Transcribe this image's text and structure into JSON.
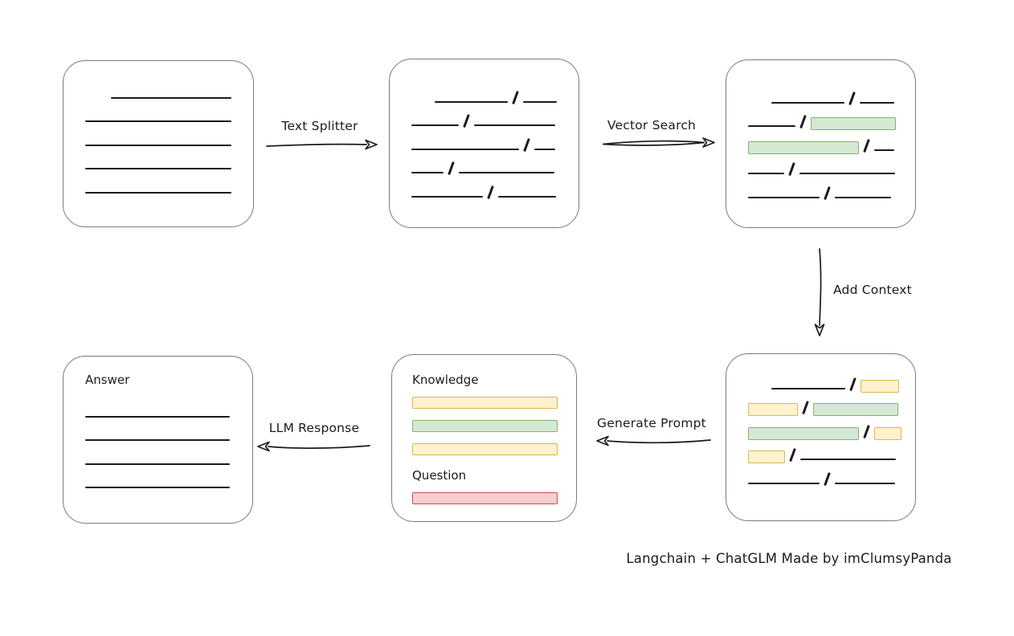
{
  "colors": {
    "line": "#1b1b1b",
    "box_border": "#7b7b7b",
    "green_fill": "#d5e8d4",
    "green_border": "#82b366",
    "yellow_fill": "#fff2cc",
    "yellow_border": "#d6b656",
    "red_fill": "#f8cecc",
    "red_border": "#b85450"
  },
  "arrows": {
    "text_splitter": {
      "label": "Text Splitter"
    },
    "vector_search": {
      "label": "Vector Search"
    },
    "add_context": {
      "label": "Add Context"
    },
    "generate_prompt": {
      "label": "Generate Prompt"
    },
    "llm_response": {
      "label": "LLM Response"
    }
  },
  "boxes": {
    "source_document": {
      "rows": [
        {
          "indent": 32,
          "segs": [
            {
              "t": "line",
              "w": 150
            }
          ]
        },
        {
          "segs": [
            {
              "t": "line",
              "w": 182
            }
          ]
        },
        {
          "segs": [
            {
              "t": "line",
              "w": 182
            }
          ]
        },
        {
          "segs": [
            {
              "t": "line",
              "w": 182
            }
          ]
        },
        {
          "segs": [
            {
              "t": "line",
              "w": 182
            }
          ]
        }
      ]
    },
    "split_chunks": {
      "rows": [
        {
          "indent": 29,
          "segs": [
            {
              "t": "line",
              "w": 91
            },
            {
              "t": "slash"
            },
            {
              "t": "line",
              "w": 42
            }
          ]
        },
        {
          "segs": [
            {
              "t": "line",
              "w": 59
            },
            {
              "t": "slash"
            },
            {
              "t": "line",
              "w": 101
            }
          ]
        },
        {
          "segs": [
            {
              "t": "line",
              "w": 134
            },
            {
              "t": "slash"
            },
            {
              "t": "line",
              "w": 26
            }
          ]
        },
        {
          "segs": [
            {
              "t": "line",
              "w": 40
            },
            {
              "t": "slash"
            },
            {
              "t": "line",
              "w": 119
            }
          ]
        },
        {
          "segs": [
            {
              "t": "line",
              "w": 89
            },
            {
              "t": "slash"
            },
            {
              "t": "line",
              "w": 72
            }
          ]
        }
      ]
    },
    "retrieved_chunks": {
      "rows": [
        {
          "indent": 29,
          "segs": [
            {
              "t": "line",
              "w": 91
            },
            {
              "t": "slash"
            },
            {
              "t": "line",
              "w": 43
            }
          ]
        },
        {
          "segs": [
            {
              "t": "line",
              "w": 59
            },
            {
              "t": "slash"
            },
            {
              "t": "rect",
              "c": "green",
              "w": 106
            }
          ]
        },
        {
          "segs": [
            {
              "t": "rect",
              "c": "green",
              "w": 138
            },
            {
              "t": "slash"
            },
            {
              "t": "line",
              "w": 25
            }
          ]
        },
        {
          "segs": [
            {
              "t": "line",
              "w": 45
            },
            {
              "t": "slash"
            },
            {
              "t": "line",
              "w": 119
            }
          ]
        },
        {
          "segs": [
            {
              "t": "line",
              "w": 89
            },
            {
              "t": "slash"
            },
            {
              "t": "line",
              "w": 70
            }
          ]
        }
      ]
    },
    "context_chunks": {
      "rows": [
        {
          "indent": 29,
          "segs": [
            {
              "t": "line",
              "w": 92
            },
            {
              "t": "slash"
            },
            {
              "t": "rect",
              "c": "yellow",
              "w": 48
            }
          ]
        },
        {
          "segs": [
            {
              "t": "rect",
              "c": "yellow",
              "w": 62
            },
            {
              "t": "slash"
            },
            {
              "t": "rect",
              "c": "green",
              "w": 106
            }
          ]
        },
        {
          "segs": [
            {
              "t": "rect",
              "c": "green",
              "w": 138
            },
            {
              "t": "slash"
            },
            {
              "t": "rect",
              "c": "yellow",
              "w": 34
            }
          ]
        },
        {
          "segs": [
            {
              "t": "rect",
              "c": "yellow",
              "w": 46
            },
            {
              "t": "slash"
            },
            {
              "t": "line",
              "w": 119
            }
          ]
        },
        {
          "segs": [
            {
              "t": "line",
              "w": 89
            },
            {
              "t": "slash"
            },
            {
              "t": "line",
              "w": 75
            }
          ]
        }
      ]
    },
    "prompt": {
      "knowledge_label": "Knowledge",
      "knowledge_bars": [
        "yellow",
        "green",
        "yellow"
      ],
      "question_label": "Question",
      "question_bars": [
        "red"
      ]
    },
    "answer": {
      "label": "Answer",
      "rows": [
        {
          "segs": [
            {
              "t": "line",
              "w": 180
            }
          ]
        },
        {
          "segs": [
            {
              "t": "line",
              "w": 180
            }
          ]
        },
        {
          "segs": [
            {
              "t": "line",
              "w": 180
            }
          ]
        },
        {
          "segs": [
            {
              "t": "line",
              "w": 180
            }
          ]
        }
      ]
    }
  },
  "caption": "Langchain + ChatGLM Made by imClumsyPanda"
}
